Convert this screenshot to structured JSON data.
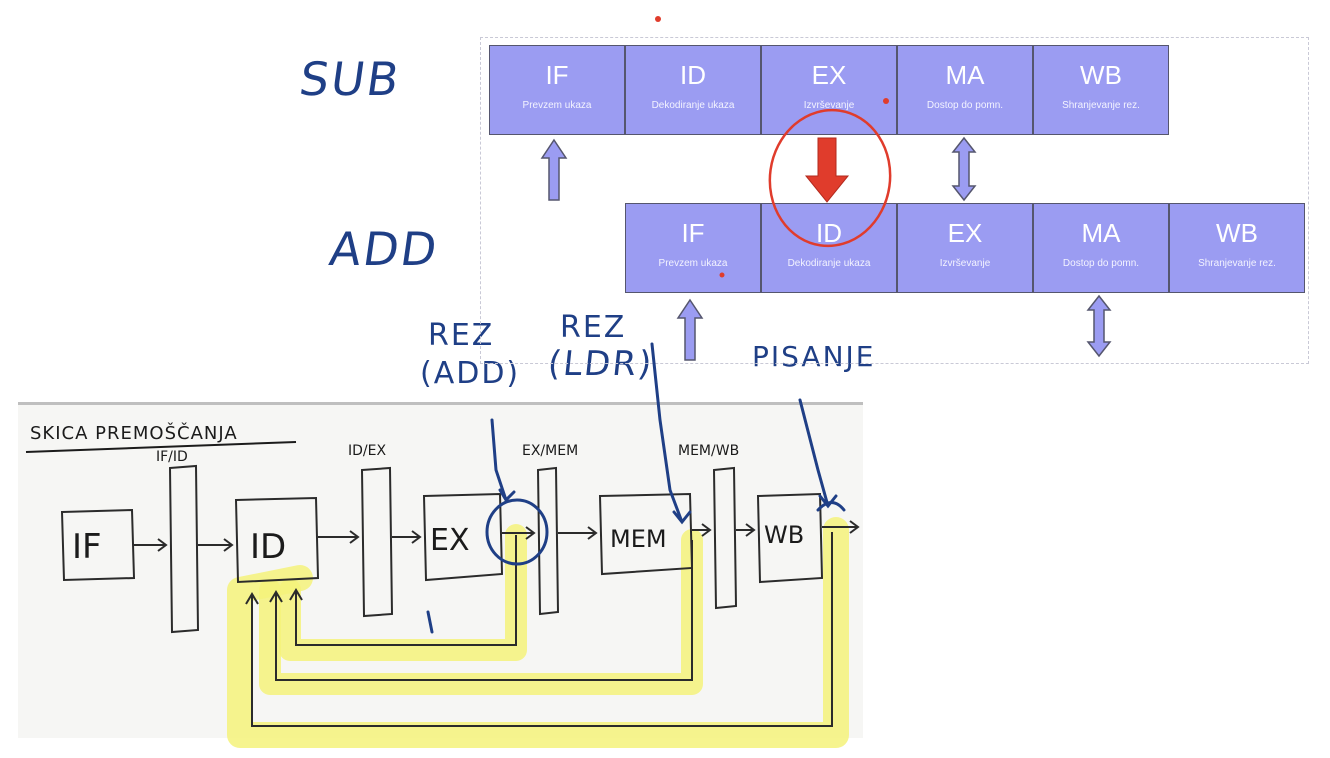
{
  "annotations": {
    "sub": "SUB",
    "add": "ADD",
    "rez_add_1": "REZ",
    "rez_add_2": "(ADD)",
    "rez_ldr_1": "REZ",
    "rez_ldr_2": "(LDR)",
    "pisanje": "PISANJE",
    "one": "1"
  },
  "pipeline_top": [
    {
      "abbr": "IF",
      "desc": "Prevzem ukaza"
    },
    {
      "abbr": "ID",
      "desc": "Dekodiranje ukaza"
    },
    {
      "abbr": "EX",
      "desc": "Izvrševanje"
    },
    {
      "abbr": "MA",
      "desc": "Dostop do pomn."
    },
    {
      "abbr": "WB",
      "desc": "Shranjevanje rez."
    }
  ],
  "pipeline_bottom": [
    {
      "abbr": "IF",
      "desc": "Prevzem ukaza"
    },
    {
      "abbr": "ID",
      "desc": "Dekodiranje ukaza"
    },
    {
      "abbr": "EX",
      "desc": "Izvrševanje"
    },
    {
      "abbr": "MA",
      "desc": "Dostop do pomn."
    },
    {
      "abbr": "WB",
      "desc": "Shranjevanje rez."
    }
  ],
  "whiteboard": {
    "title": "SKICA PREMOŠČANJA",
    "registers": [
      "IF/ID",
      "ID/EX",
      "EX/MEM",
      "MEM/WB"
    ],
    "stages": [
      "IF",
      "ID",
      "EX",
      "MEM",
      "WB"
    ]
  },
  "colors": {
    "ink": "#1f3f86",
    "stage_fill": "#9b9cf2",
    "highlight": "#f4f27a",
    "red_mark": "#e03c2c"
  }
}
